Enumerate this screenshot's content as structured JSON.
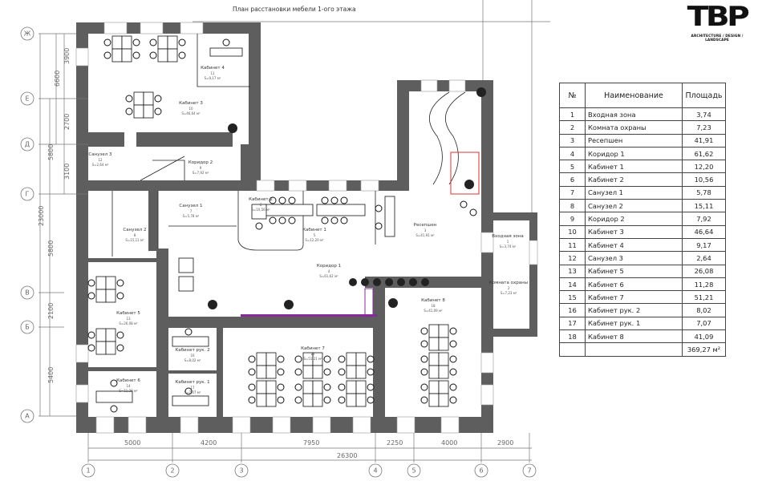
{
  "title": "План расстановки мебели  1-ого этажа",
  "logo": {
    "mark": "TBP",
    "tagline": "ARCHITECTURE / DESIGN / LANDSCAPE"
  },
  "axes": {
    "rows": [
      "Ж",
      "Е",
      "Д",
      "Г",
      "В",
      "Б",
      "А"
    ],
    "cols": [
      "1",
      "2",
      "3",
      "4",
      "5",
      "6",
      "7"
    ]
  },
  "dimensions": {
    "left": [
      "3900",
      "6600",
      "2700",
      "5800",
      "3100",
      "23000",
      "5800",
      "2100",
      "5400"
    ],
    "bottom": [
      "5000",
      "4200",
      "7950",
      "2250",
      "4000",
      "2900"
    ],
    "bottom_total": "26300"
  },
  "rooms": [
    {
      "name": "Кабинет 3",
      "num": "10",
      "area": "S=46,64 м²"
    },
    {
      "name": "Кабинет 4",
      "num": "11",
      "area": "S=9,17 м²"
    },
    {
      "name": "Санузел 3",
      "num": "12",
      "area": "S=2,64 м²"
    },
    {
      "name": "Коридор 2",
      "num": "9",
      "area": "S=7,92 м²"
    },
    {
      "name": "Санузел 2",
      "num": "8",
      "area": "S=15,11 м²"
    },
    {
      "name": "Санузел 1",
      "num": "7",
      "area": "S=5,78 м²"
    },
    {
      "name": "Кабинет 2",
      "num": "6",
      "area": "S=10,56 м²"
    },
    {
      "name": "Кабинет 1",
      "num": "5",
      "area": "S=12,20 м²"
    },
    {
      "name": "Ресепшен",
      "num": "3",
      "area": "S=41,91 м²"
    },
    {
      "name": "Коридор 1",
      "num": "4",
      "area": "S=61,62 м²"
    },
    {
      "name": "Кабинет 8",
      "num": "18",
      "area": "S=41,09 м²"
    },
    {
      "name": "Кабинет 5",
      "num": "13",
      "area": "S=26,08 м²"
    },
    {
      "name": "Кабинет 6",
      "num": "14",
      "area": "S=11,28 м²"
    },
    {
      "name": "Кабинет рук. 2",
      "num": "16",
      "area": "S=8,02 м²"
    },
    {
      "name": "Кабинет рук. 1",
      "num": "17",
      "area": "S=7,07 м²"
    },
    {
      "name": "Кабинет 7",
      "num": "15",
      "area": "S=51,21 м²"
    },
    {
      "name": "Входная зона",
      "num": "1",
      "area": "S=3,74 м²"
    },
    {
      "name": "Комната охраны",
      "num": "2",
      "area": "S=7,23 м²"
    }
  ],
  "table": {
    "headers": [
      "№",
      "Наименование",
      "Площадь"
    ],
    "rows": [
      [
        "1",
        "Входная зона",
        "3,74"
      ],
      [
        "2",
        "Комната охраны",
        "7,23"
      ],
      [
        "3",
        "Ресепшен",
        "41,91"
      ],
      [
        "4",
        "Коридор 1",
        "61,62"
      ],
      [
        "5",
        "Кабинет 1",
        "12,20"
      ],
      [
        "6",
        "Кабинет 2",
        "10,56"
      ],
      [
        "7",
        "Санузел 1",
        "5,78"
      ],
      [
        "8",
        "Санузел 2",
        "15,11"
      ],
      [
        "9",
        "Коридор 2",
        "7,92"
      ],
      [
        "10",
        "Кабинет 3",
        "46,64"
      ],
      [
        "11",
        "Кабинет 4",
        "9,17"
      ],
      [
        "12",
        "Санузел 3",
        "2,64"
      ],
      [
        "13",
        "Кабинет 5",
        "26,08"
      ],
      [
        "14",
        "Кабинет 6",
        "11,28"
      ],
      [
        "15",
        "Кабинет 7",
        "51,21"
      ],
      [
        "16",
        "Кабинет рук. 2",
        "8,02"
      ],
      [
        "17",
        "Кабинет рук. 1",
        "7,07"
      ],
      [
        "18",
        "Кабинет 8",
        "41,09"
      ]
    ],
    "total": "369,27 м²"
  }
}
